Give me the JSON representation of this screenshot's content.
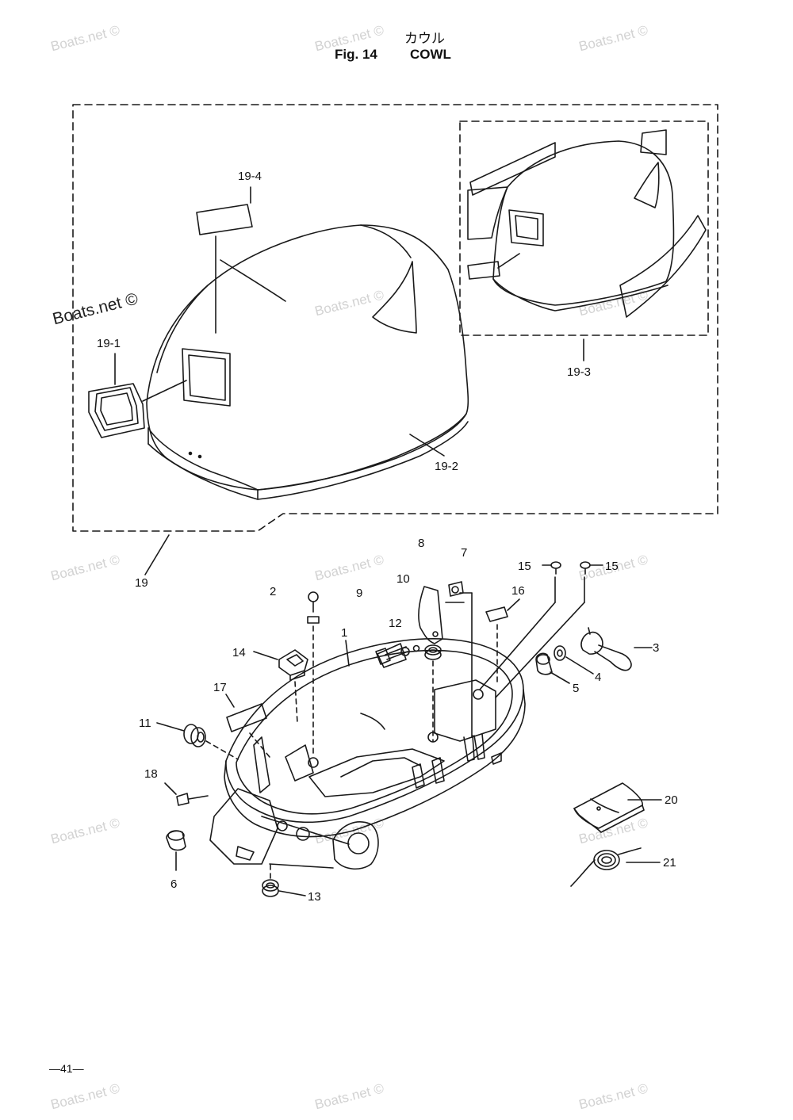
{
  "header": {
    "title_jp": "カウル",
    "figure_number": "Fig. 14",
    "title_en": "COWL"
  },
  "callouts": {
    "c1": "1",
    "c2": "2",
    "c3": "3",
    "c4": "4",
    "c5": "5",
    "c6": "6",
    "c7": "7",
    "c8": "8",
    "c9": "9",
    "c10": "10",
    "c11": "11",
    "c12": "12",
    "c13": "13",
    "c14": "14",
    "c15a": "15",
    "c15b": "15",
    "c16": "16",
    "c17": "17",
    "c18": "18",
    "c19": "19",
    "c19_1": "19-1",
    "c19_2": "19-2",
    "c19_3": "19-3",
    "c19_4": "19-4",
    "c20": "20",
    "c21": "21"
  },
  "watermark": {
    "text": "Boats.net ©"
  },
  "footer": {
    "page_number": "—41—"
  }
}
